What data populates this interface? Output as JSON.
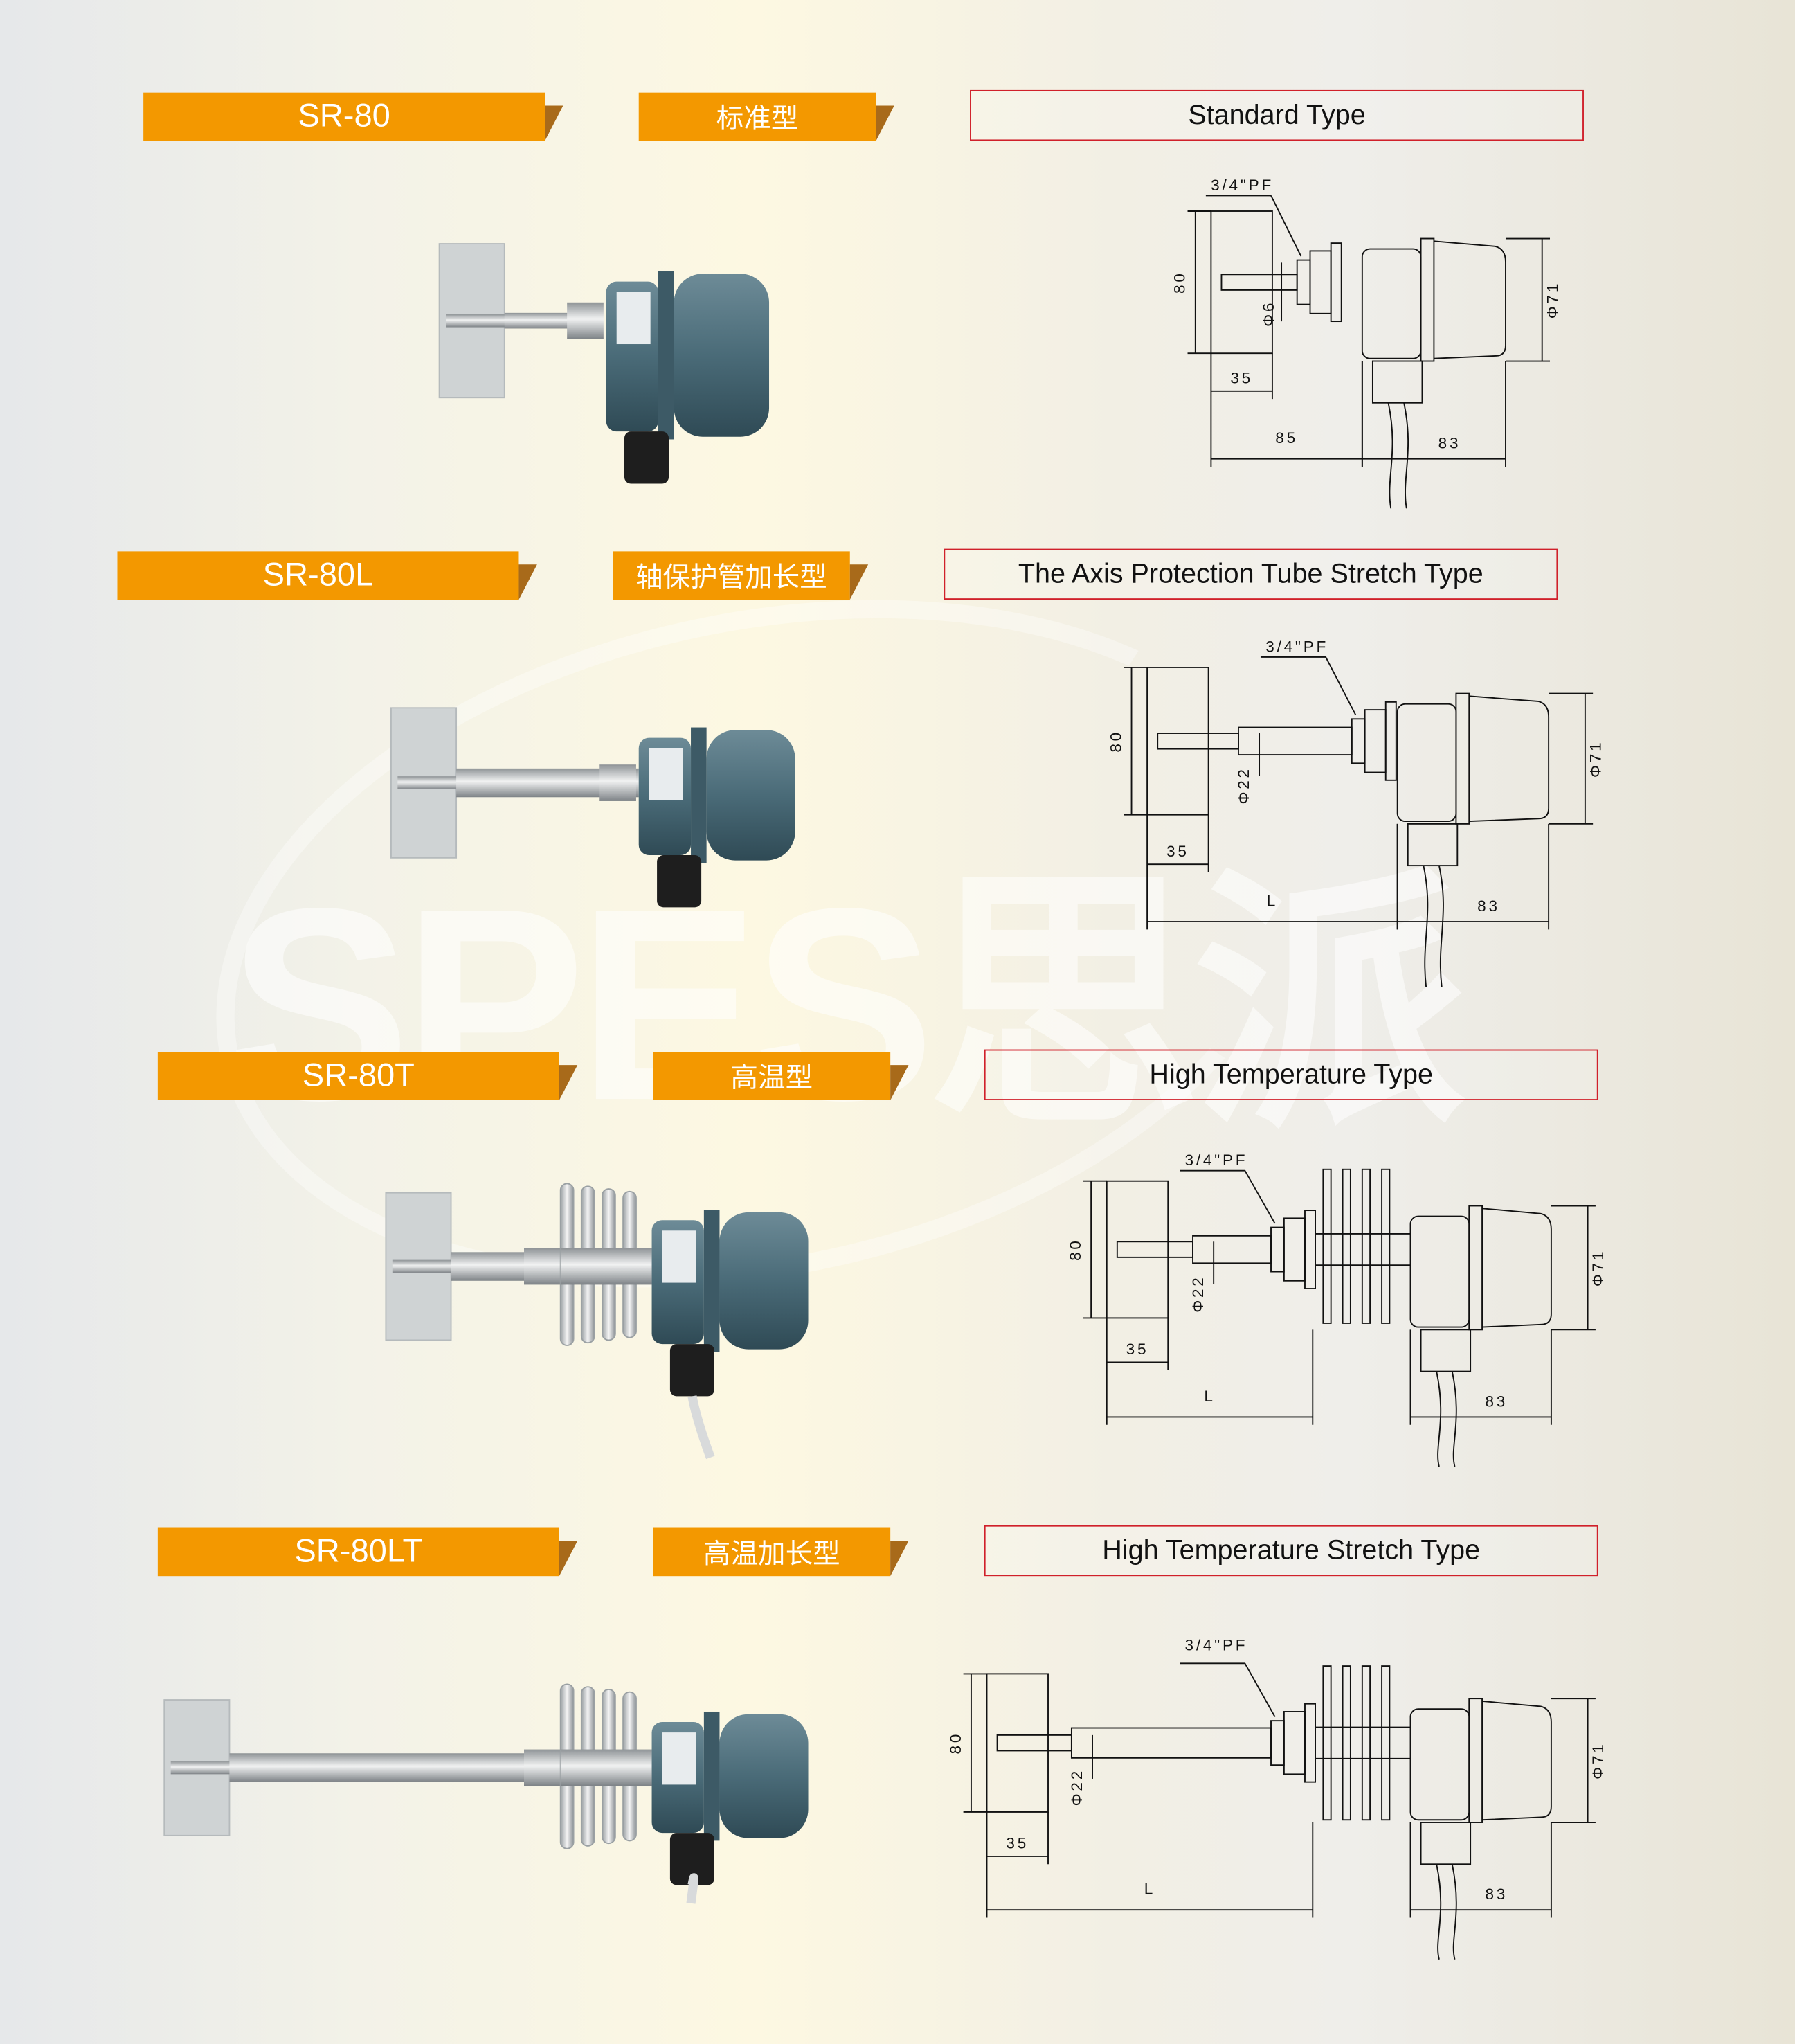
{
  "watermark": {
    "text": "SPES思派"
  },
  "colors": {
    "banner": "#f39800",
    "frame": "#d0202a",
    "housing": "#4a6b78"
  },
  "rows": [
    {
      "model": "SR-80",
      "name_cn": "标准型",
      "name_en": "Standard Type",
      "dims": {
        "thread": "3/4\"PF",
        "height": "80",
        "shaft": "Φ6",
        "housing": "Φ71",
        "paddle": "35",
        "length": "85",
        "body": "83"
      }
    },
    {
      "model": "SR-80L",
      "name_cn": "轴保护管加长型",
      "name_en": "The Axis Protection Tube Stretch Type",
      "dims": {
        "thread": "3/4\"PF",
        "height": "80",
        "shaft": "Φ22",
        "housing": "Φ71",
        "paddle": "35",
        "length": "L",
        "body": "83"
      }
    },
    {
      "model": "SR-80T",
      "name_cn": "高温型",
      "name_en": "High Temperature Type",
      "dims": {
        "thread": "3/4\"PF",
        "height": "80",
        "shaft": "Φ22",
        "housing": "Φ71",
        "paddle": "35",
        "length": "L",
        "body": "83"
      }
    },
    {
      "model": "SR-80LT",
      "name_cn": "高温加长型",
      "name_en": "High Temperature Stretch Type",
      "dims": {
        "thread": "3/4\"PF",
        "height": "80",
        "shaft": "Φ22",
        "housing": "Φ71",
        "paddle": "35",
        "length": "L",
        "body": "83"
      }
    }
  ]
}
